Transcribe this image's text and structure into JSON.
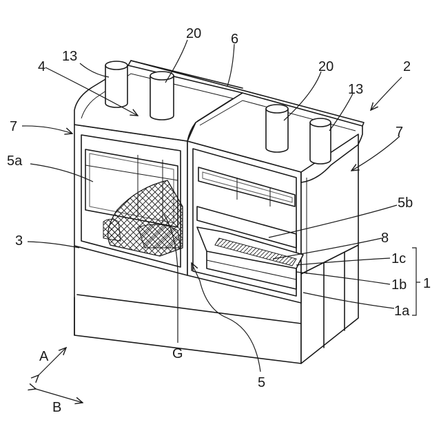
{
  "labels": {
    "l20a": "20",
    "l20b": "20",
    "l6": "6",
    "l13a": "13",
    "l13b": "13",
    "l4": "4",
    "l2": "2",
    "l7a": "7",
    "l7b": "7",
    "l5a": "5a",
    "l5b": "5b",
    "l3": "3",
    "l8": "8",
    "l1c": "1c",
    "l1b": "1b",
    "l1": "1",
    "l1a": "1a",
    "lG": "G",
    "l5": "5",
    "lA": "A",
    "lB": "B"
  }
}
